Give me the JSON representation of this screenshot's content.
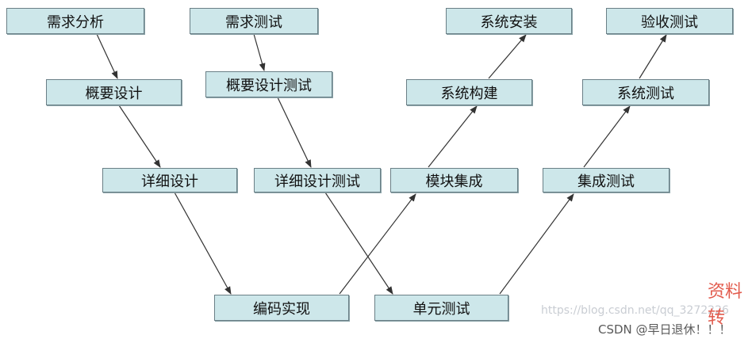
{
  "nodes": {
    "req_analysis": "需求分析",
    "req_test": "需求测试",
    "sys_install": "系统安装",
    "acceptance_test": "验收测试",
    "outline_design": "概要设计",
    "outline_design_test": "概要设计测试",
    "sys_build": "系统构建",
    "sys_test": "系统测试",
    "detail_design": "详细设计",
    "detail_design_test": "详细设计测试",
    "module_integration": "模块集成",
    "integration_test": "集成测试",
    "coding": "编码实现",
    "unit_test": "单元测试"
  },
  "watermark": {
    "url": "https://blog.csdn.net/qq_3272226",
    "csdn": "CSDN @早日退休！！！",
    "red_line1": "资料",
    "red_line2": "转"
  },
  "colors": {
    "box_fill": "#cde7ea",
    "box_border": "#6a7f86",
    "arrow": "#333333"
  }
}
